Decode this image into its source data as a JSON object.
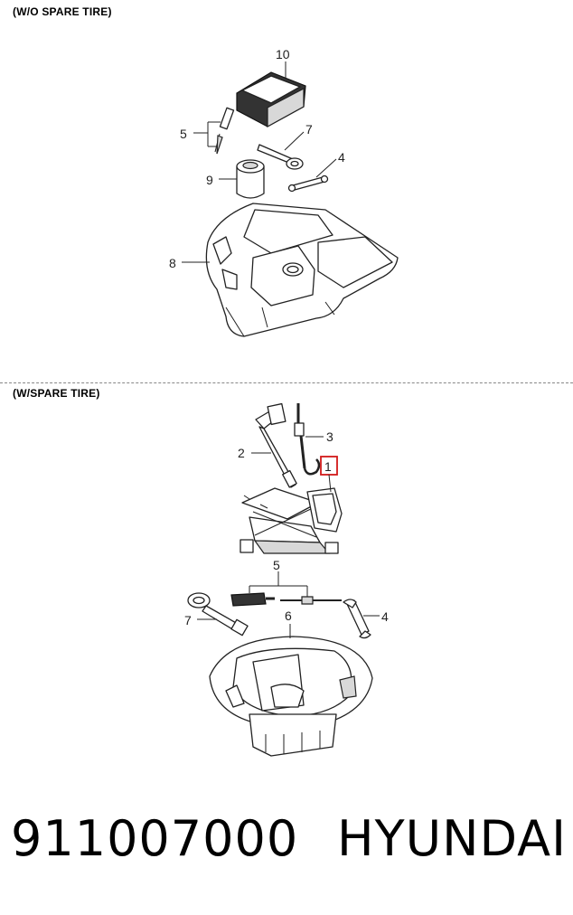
{
  "sections": {
    "top_title": "(W/O SPARE TIRE)",
    "bottom_title": "(W/SPARE TIRE)"
  },
  "callouts_top": {
    "p10": "10",
    "p5": "5",
    "p7": "7",
    "p4": "4",
    "p9": "9",
    "p8": "8"
  },
  "callouts_bottom": {
    "p3": "3",
    "p2": "2",
    "p1": "1",
    "p5": "5",
    "p7": "7",
    "p4": "4",
    "p6": "6"
  },
  "footer": {
    "part_number": "911007000",
    "brand": "HYUNDAI"
  },
  "colors": {
    "highlight": "#d21a1a",
    "line": "#222222"
  }
}
